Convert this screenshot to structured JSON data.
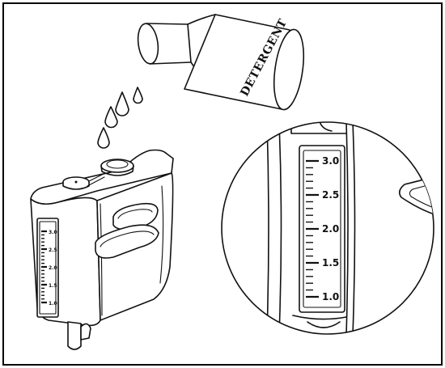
{
  "bottle": {
    "label": "DETERGENT",
    "icon": "detergent-bottle-icon"
  },
  "drops": {
    "icon": "liquid-drop-icon",
    "count": 4
  },
  "canister": {
    "icon": "canister-icon",
    "scale_labels": [
      "3.0",
      "2.5",
      "2.0",
      "1.5",
      "1.0"
    ]
  },
  "magnifier": {
    "icon": "magnified-scale-icon",
    "scale_labels": [
      "3.0",
      "2.5",
      "2.0",
      "1.5",
      "1.0"
    ]
  },
  "colors": {
    "line": "#111111",
    "frame": "#000000",
    "background": "#ffffff"
  }
}
